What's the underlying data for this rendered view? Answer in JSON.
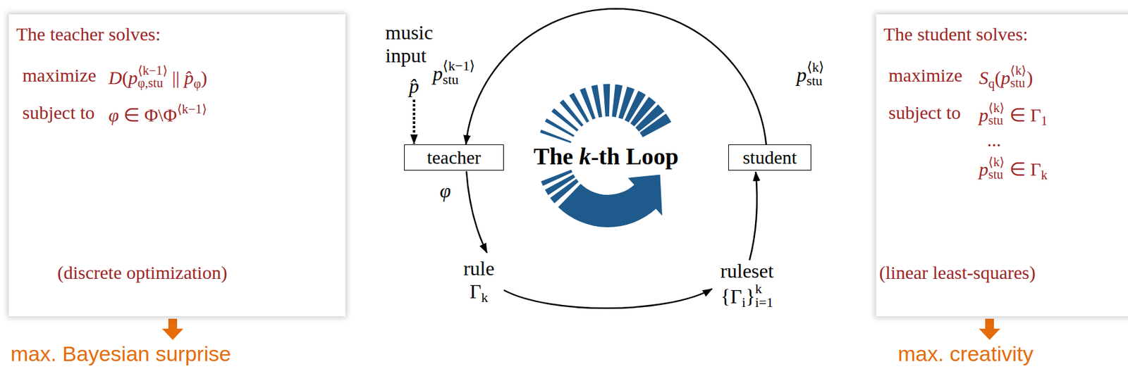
{
  "diagram": {
    "nodes": [
      {
        "text": [
          "The teacher solves:",
          "maximize",
          "D(p⟨k−1⟩φ,stu || p̂φ)",
          "subject to",
          "φ ∈ Φ\\Φ⟨k−1⟩",
          "(discrete optimization)"
        ]
      },
      {
        "text": [
          "teacher"
        ]
      },
      {
        "text": [
          "student"
        ]
      },
      {
        "text": [
          "The student solves:",
          "maximize",
          "Sq(p⟨k⟩stu)",
          "subject to",
          "p⟨k⟩stu ∈ Γ1",
          "...",
          "p⟨k⟩stu ∈ Γk",
          "(linear least-squares)"
        ]
      }
    ],
    "edges": [
      {
        "from": 2,
        "to": 1,
        "arrow": "to"
      }
    ],
    "labels": [
      "music input",
      "p̂",
      "p⟨k−1⟩stu",
      "The k-th Loop",
      "p⟨k⟩stu",
      "φ",
      "rule Γk",
      "ruleset {Γi}ki=1",
      "max. Bayesian surprise",
      "max. creativity"
    ]
  }
}
